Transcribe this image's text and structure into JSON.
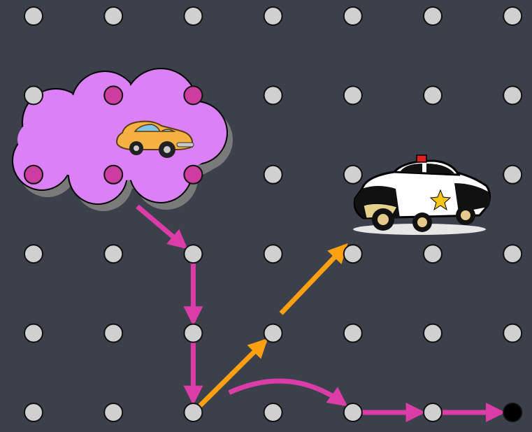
{
  "colors": {
    "background": "#3b404b",
    "node": "#d0d0d0",
    "node_highlight": "#cc3d9f",
    "node_target": "#000000",
    "cloud_fill": "#dc80f5",
    "cloud_shadow": "#7a7a7a",
    "path_magenta": "#dc3ca8",
    "path_orange": "#ffa010"
  },
  "graph": {
    "columns": 7,
    "rows": 6,
    "highlighted_nodes": [
      [
        1,
        1
      ],
      [
        2,
        1
      ],
      [
        0,
        2
      ],
      [
        1,
        2
      ],
      [
        2,
        2
      ]
    ],
    "target_node": [
      6,
      5
    ],
    "magenta_edges": [
      {
        "from": [
          1.3,
          2.4
        ],
        "to": [
          2,
          3
        ]
      },
      {
        "from": [
          2,
          3
        ],
        "to": [
          2,
          4
        ]
      },
      {
        "from": [
          2,
          4
        ],
        "to": [
          2,
          5
        ]
      },
      {
        "from": [
          4,
          5
        ],
        "to": [
          5,
          5
        ]
      },
      {
        "from": [
          5,
          5
        ],
        "to": [
          6,
          5
        ]
      }
    ],
    "magenta_curve": {
      "from": [
        2.45,
        4.75
      ],
      "to": [
        4,
        5
      ]
    },
    "orange_edges": [
      {
        "from": [
          2.05,
          4.95
        ],
        "to": [
          3,
          4
        ]
      },
      {
        "from": [
          3.1,
          3.75
        ],
        "to": [
          4,
          2.8
        ]
      }
    ]
  },
  "icons": {
    "getaway_car": "taxi-car-icon",
    "police_car": "police-car-icon"
  }
}
